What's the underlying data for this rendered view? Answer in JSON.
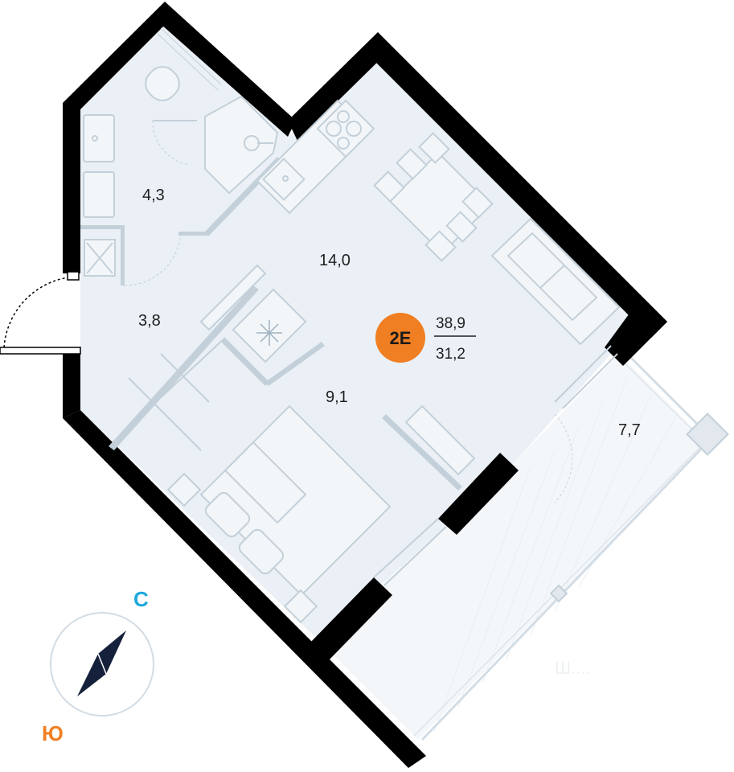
{
  "apartment": {
    "badge_label": "2E",
    "total_area": "38,9",
    "living_area": "31,2"
  },
  "rooms": {
    "bathroom_area": "4,3",
    "kitchen_living_area": "14,0",
    "hallway_area": "3,8",
    "bedroom_area": "9,1",
    "balcony_area": "7,7"
  },
  "compass": {
    "north_label": "С",
    "south_label": "Ю"
  },
  "watermark": {
    "text": "Ш...."
  },
  "colors": {
    "floor": "#eaf0f5",
    "wall": "#000000",
    "furniture": "#c4d0d9",
    "badge": "#f07f23",
    "north": "#1ea8dd",
    "south": "#f07f23",
    "compass_needle": "#15213a"
  }
}
